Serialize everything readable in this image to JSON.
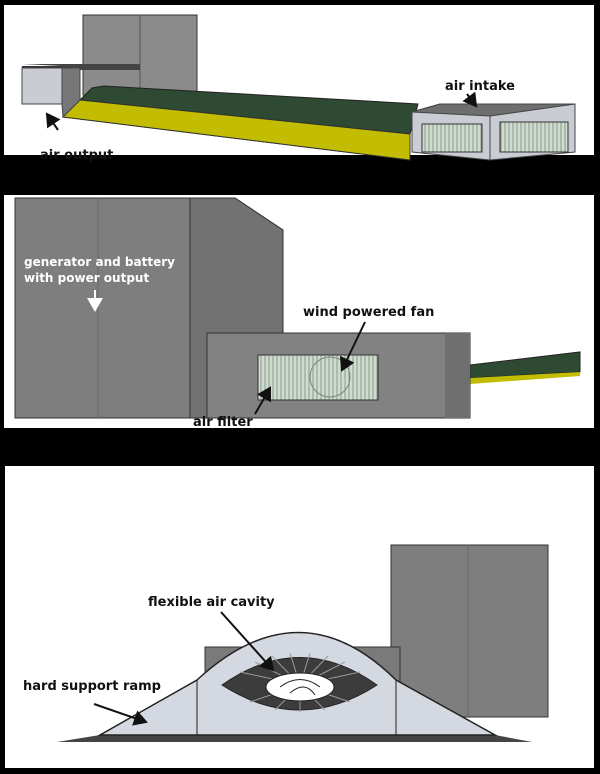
{
  "panel_top": {
    "labels": {
      "air_intake": "air intake",
      "air_output": "air output"
    }
  },
  "panel_middle": {
    "labels": {
      "generator_line1": "generator and battery",
      "generator_line2": "with power output",
      "wind_fan": "wind powered fan",
      "air_filter": "air filter"
    }
  },
  "panel_bottom": {
    "labels": {
      "air_cavity": "flexible air cavity",
      "support_ramp": "hard support ramp"
    }
  },
  "colors": {
    "background": "#000000",
    "ramp_green": "#2f4a32",
    "ramp_yellow": "#c2bd00",
    "concrete": "#7e7e7e",
    "light_metal": "#c9ccd3"
  }
}
